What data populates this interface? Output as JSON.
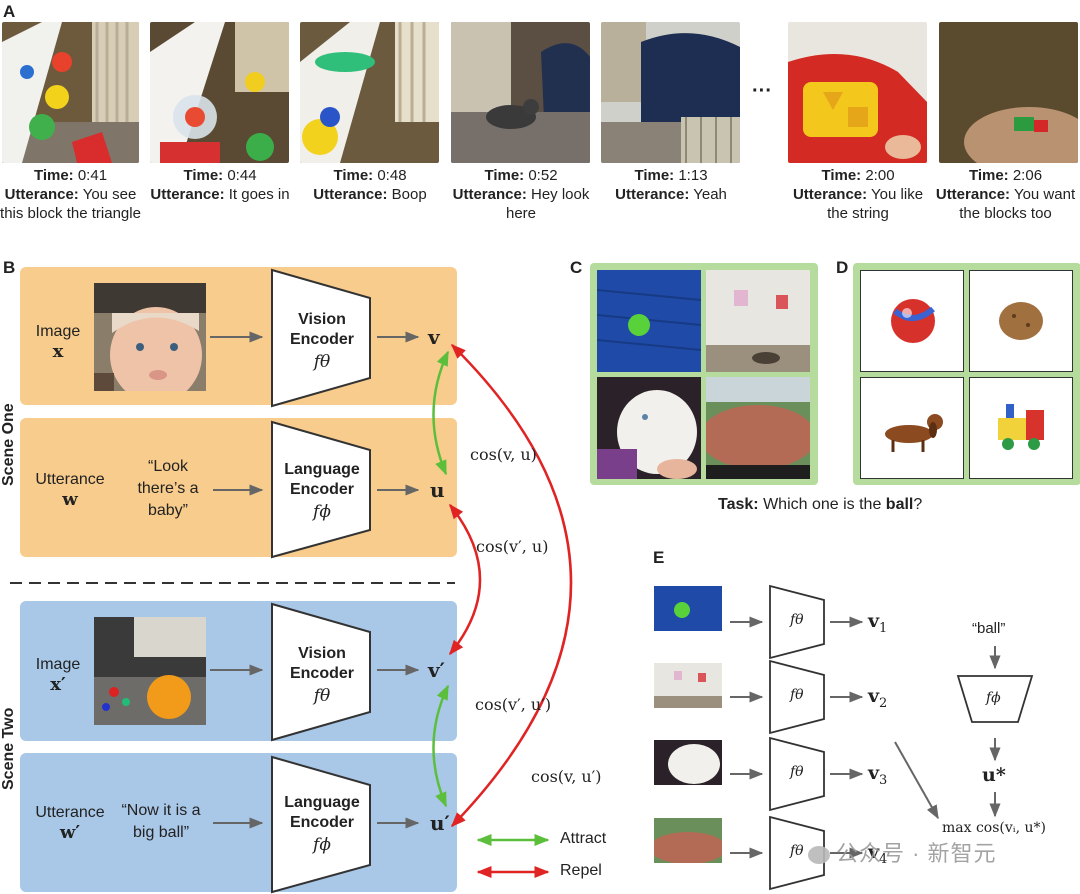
{
  "panel_labels": {
    "a": "A",
    "b": "B",
    "c": "C",
    "d": "D",
    "e": "E"
  },
  "panel_a": {
    "ellipsis": "···",
    "frames": [
      {
        "time": "0:41",
        "utterance": "You see this block the triangle"
      },
      {
        "time": "0:44",
        "utterance": "It goes in"
      },
      {
        "time": "0:48",
        "utterance": "Boop"
      },
      {
        "time": "0:52",
        "utterance": "Hey look here"
      },
      {
        "time": "1:13",
        "utterance": "Yeah"
      },
      {
        "time": "2:00",
        "utterance": "You like the string"
      },
      {
        "time": "2:06",
        "utterance": "You want the blocks too"
      }
    ],
    "time_label": "Time:",
    "utterance_label": "Utterance:"
  },
  "panel_b": {
    "scene_one": "Scene One",
    "scene_two": "Scene Two",
    "image_label": "Image",
    "utterance_label": "Utterance",
    "x": "x",
    "x_prime": "x′",
    "w": "w",
    "w_prime": "w′",
    "utterance_one": "“Look there’s a baby”",
    "utterance_two": "“Now it is a big ball”",
    "vision_encoder": "Vision Encoder",
    "language_encoder": "Language Encoder",
    "f_theta": "fθ",
    "f_phi": "fϕ",
    "v": "v",
    "u": "u",
    "v_prime": "v′",
    "u_prime": "u′",
    "cos_vu": "cos(v, u)",
    "cos_vpu": "cos(v′, u)",
    "cos_vpup": "cos(v′, u′)",
    "cos_vup": "cos(v, u′)",
    "legend_attract": "Attract",
    "legend_repel": "Repel",
    "colors": {
      "attract": "#5cbf3c",
      "repel": "#e02424",
      "scene_one": "#f8cc8c",
      "scene_two": "#a9c7e7"
    }
  },
  "panel_cd": {
    "task_prefix": "Task:",
    "task_text": "Which one is the",
    "task_word": "ball",
    "task_suffix": "?"
  },
  "panel_e": {
    "query": "“ball”",
    "f_theta": "fθ",
    "f_phi": "fϕ",
    "v1": "v",
    "v1_sub": "1",
    "v2": "v",
    "v2_sub": "2",
    "v3": "v",
    "v3_sub": "3",
    "v4": "v",
    "v4_sub": "4",
    "u_star": "u*",
    "max_expr": "max cos(vᵢ, u*)"
  },
  "watermark": "公众号 · 新智元"
}
